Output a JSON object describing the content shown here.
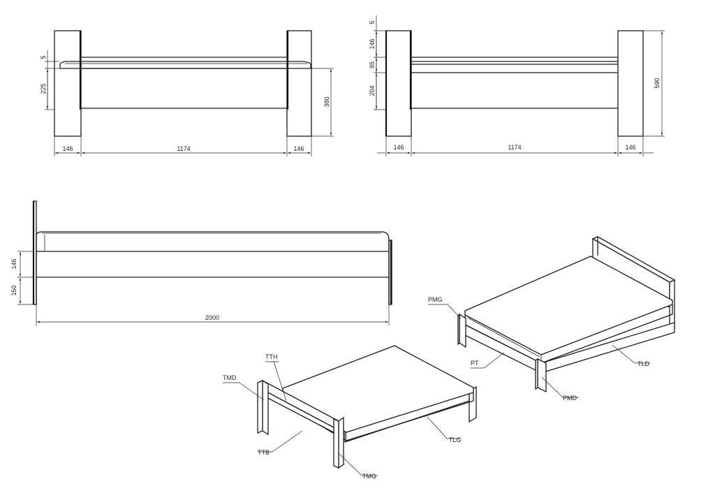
{
  "front_view": {
    "dims": {
      "top_offset": "5",
      "rail_height": "225",
      "leg_total": "380",
      "leg_left": "146",
      "inner_width": "1174",
      "leg_right": "146"
    }
  },
  "back_view": {
    "dims": {
      "top_offset": "5",
      "upper": "146",
      "middle": "85",
      "lower": "204",
      "total_height": "590",
      "leg_left": "146",
      "inner_width": "1174",
      "leg_right": "146"
    }
  },
  "side_view": {
    "dims": {
      "upper": "146",
      "lower": "150",
      "length": "2000"
    }
  },
  "parts": {
    "pmg": "PMG",
    "pt": "PT",
    "pmd": "PMD",
    "tld": "TLD",
    "tth": "TTH",
    "tmd": "TMD",
    "ttb": "TTB",
    "tlg": "TLG",
    "tmg": "TMG"
  }
}
